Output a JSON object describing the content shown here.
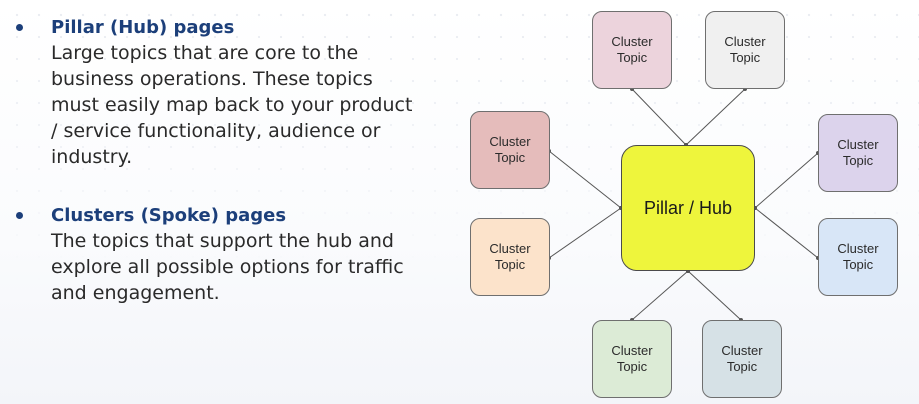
{
  "bullets": [
    {
      "title": "Pillar (Hub) pages",
      "lines": [
        "Large topics that are core to the",
        "business operations. These topics",
        "must easily map back to your product",
        "/ service functionality, audience or",
        "industry."
      ]
    },
    {
      "title": "Clusters (Spoke) pages",
      "lines": [
        "The topics that support the hub and",
        "explore all possible options for traffic",
        "and engagement."
      ]
    }
  ],
  "diagram": {
    "hub": {
      "label": "Pillar / Hub",
      "color": "#eef53c"
    },
    "clusters": [
      {
        "line1": "Cluster",
        "line2": "Topic",
        "color": "#ecd3dc"
      },
      {
        "line1": "Cluster",
        "line2": "Topic",
        "color": "#f0f0f0"
      },
      {
        "line1": "Cluster",
        "line2": "Topic",
        "color": "#e5bcbb"
      },
      {
        "line1": "Cluster",
        "line2": "Topic",
        "color": "#dcd3ec"
      },
      {
        "line1": "Cluster",
        "line2": "Topic",
        "color": "#fce3cb"
      },
      {
        "line1": "Cluster",
        "line2": "Topic",
        "color": "#d8e6f7"
      },
      {
        "line1": "Cluster",
        "line2": "Topic",
        "color": "#dcebd6"
      },
      {
        "line1": "Cluster",
        "line2": "Topic",
        "color": "#d6e1e6"
      }
    ]
  },
  "colors": {
    "bullet_title": "#1c3f7a",
    "body_text": "#2a2a2a",
    "connector": "#555555"
  }
}
